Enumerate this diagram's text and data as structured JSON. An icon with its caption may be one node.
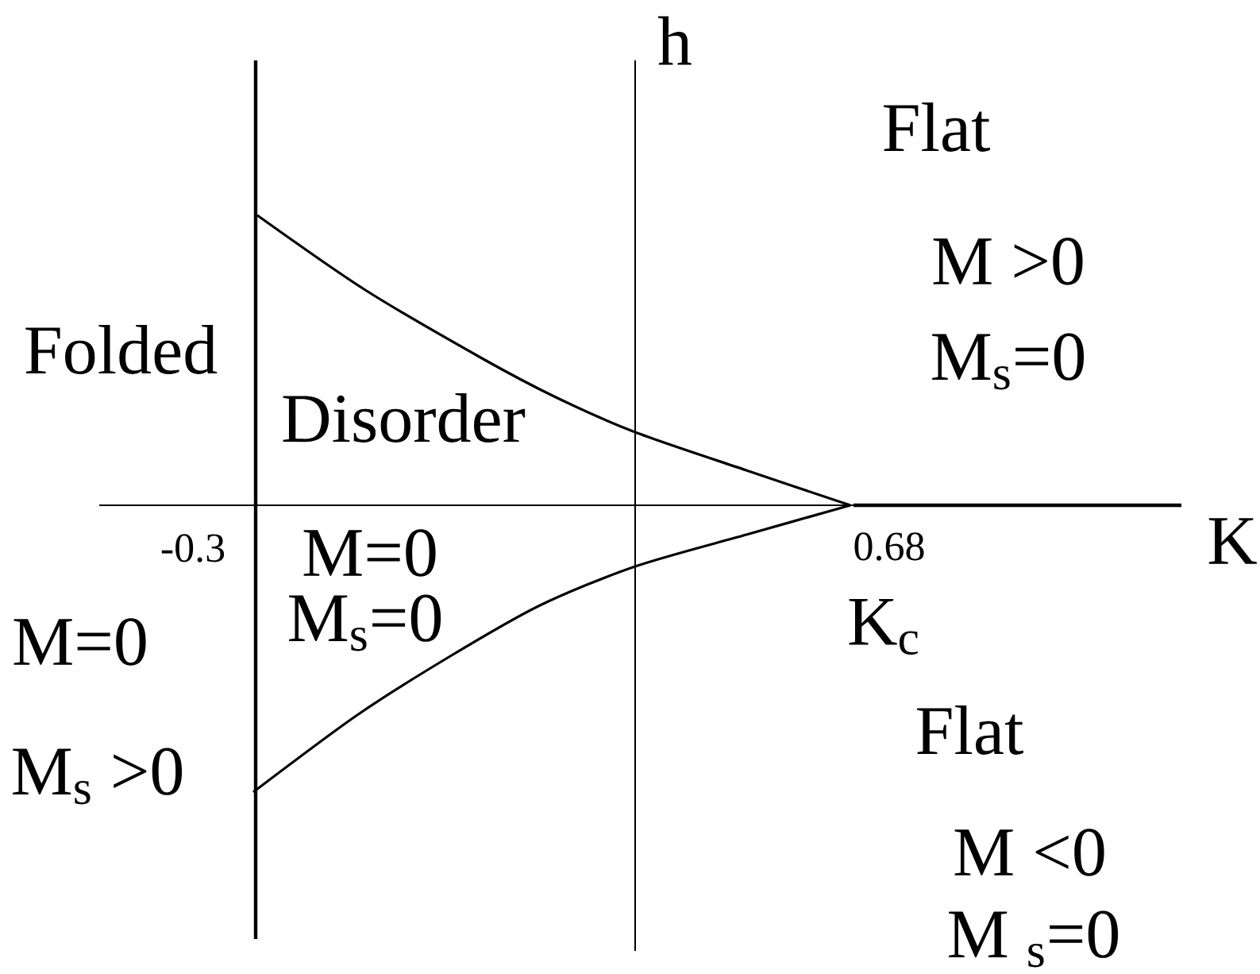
{
  "diagram": {
    "labels": [
      "h",
      "Flat",
      "M >0",
      "M$_{s}$=0",
      "Folded",
      "Disorder",
      "-0.3",
      "M=0",
      "0.68",
      "K",
      "M$_{s}$=0",
      "K$_{c}$",
      "M=0",
      "Flat",
      "M$_{s}$ >0",
      "M <0",
      "M $_{s}$=0"
    ]
  }
}
